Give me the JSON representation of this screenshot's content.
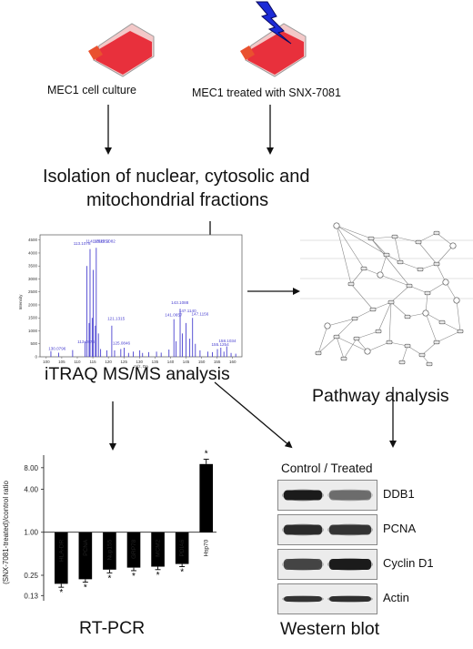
{
  "cultures": {
    "control_label": "MEC1 cell culture",
    "treated_label": "MEC1 treated with SNX-7081"
  },
  "isolation": {
    "line1": "Isolation of nuclear, cytosolic and",
    "line2": "mitochondrial fractions"
  },
  "ms": {
    "caption": "iTRAQ MS/MS analysis",
    "y_axis_label": "Intensity",
    "x_axis_label": "m/z, Da",
    "y_ticks": [
      "4500",
      "4000",
      "3500",
      "3000",
      "2500",
      "2000",
      "1500",
      "1000",
      "500",
      "0"
    ],
    "x_ticks": [
      "100",
      "105",
      "110",
      "115",
      "120",
      "125",
      "130",
      "135",
      "140",
      "145",
      "150",
      "155",
      "160"
    ],
    "peak_labels": [
      "113.1078",
      "114.1252",
      "115.1082",
      "116.1252",
      "121.1315",
      "113.3874",
      "125.0846",
      "130.0796",
      "143.1088",
      "147.1140",
      "141.0657",
      "147.1156",
      "158.1034",
      "155.1254"
    ]
  },
  "pathway": {
    "caption": "Pathway analysis"
  },
  "rtpcr": {
    "caption": "RT-PCR",
    "y_axis_label": "(SNX-7081-treated)/control ratio",
    "y_ticks": [
      "8.00",
      "4.00",
      "1.00",
      "0.25",
      "0.13"
    ],
    "categories": [
      "HLA-DR",
      "PCNA",
      "Nup155",
      "GRP78",
      "MCM2",
      "PDIA6",
      "Hsp70"
    ],
    "significance_marker": "*"
  },
  "western": {
    "header": "Control / Treated",
    "caption": "Western blot",
    "proteins": [
      "DDB1",
      "PCNA",
      "Cyclin D1",
      "Actin"
    ]
  },
  "chart_data": {
    "type": "bar",
    "categories": [
      "HLA-DR",
      "PCNA",
      "Nup155",
      "GRP78",
      "MCM2",
      "PDIA6",
      "Hsp70"
    ],
    "values": [
      0.19,
      0.22,
      0.3,
      0.32,
      0.33,
      0.36,
      9.0
    ],
    "errors": [
      0.02,
      0.02,
      0.03,
      0.03,
      0.03,
      0.03,
      1.5
    ],
    "significant": [
      true,
      true,
      true,
      true,
      true,
      true,
      true
    ],
    "ylabel": "(SNX-7081-treated)/control ratio",
    "yscale": "log2",
    "yticks": [
      8.0,
      4.0,
      1.0,
      0.25,
      0.13
    ],
    "ylim": [
      0.11,
      12
    ],
    "baseline": 1.0,
    "colors": {
      "bars": "#000000",
      "flask_fill": "#e8303c",
      "flask_cap": "#e9512f",
      "lightning": "#1c2bd6",
      "spectrum_peaks": "#4a41d0"
    }
  }
}
